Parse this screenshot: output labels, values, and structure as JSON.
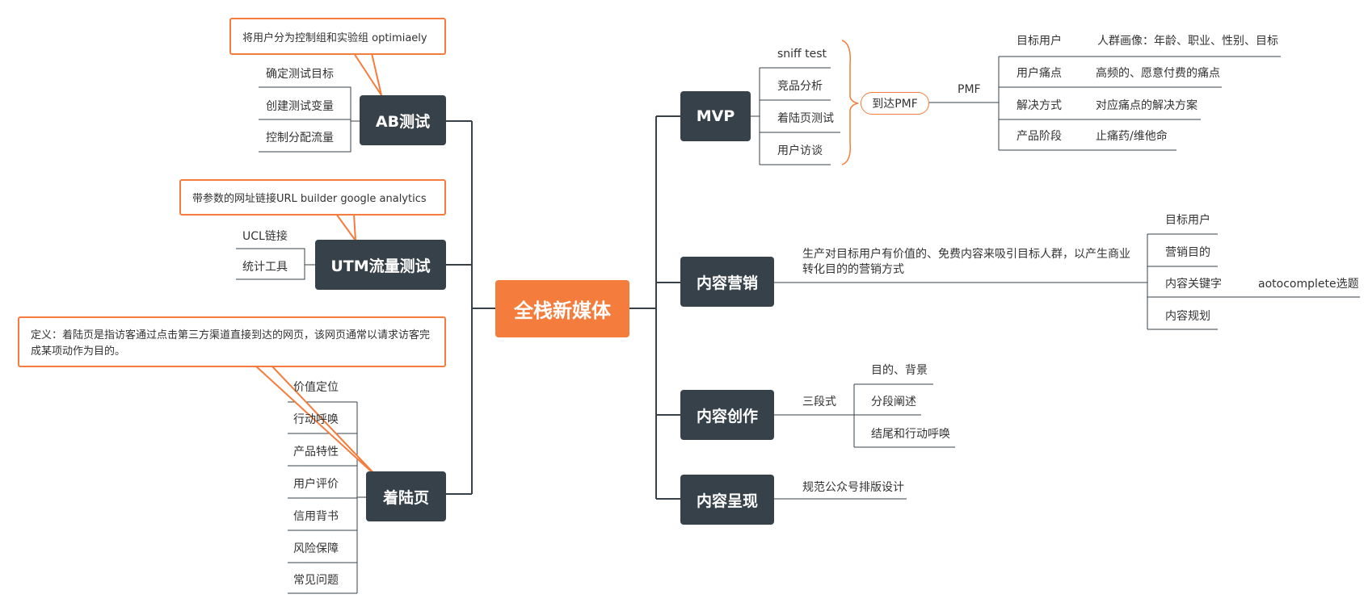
{
  "root": "全栈新媒体",
  "ab": {
    "title": "AB测试",
    "note": "将用户分为控制组和实验组 optimiaely",
    "items": [
      "确定测试目标",
      "创建测试变量",
      "控制分配流量"
    ]
  },
  "utm": {
    "title": "UTM流量测试",
    "note": "带参数的网址链接URL builder  google analytics",
    "items": [
      "UCL链接",
      "统计工具"
    ]
  },
  "landing": {
    "title": "着陆页",
    "note": "定义：着陆页是指访客通过点击第三方渠道直接到达的网页，该网页通常以请求访客完成某项动作为目的。",
    "items": [
      "价值定位",
      "行动呼唤",
      "产品特性",
      "用户评价",
      "信用背书",
      "风险保障",
      "常见问题"
    ]
  },
  "mvp": {
    "title": "MVP",
    "items": [
      "sniff test",
      "竞品分析",
      "着陆页测试",
      "用户访谈"
    ],
    "goal": "到达PMF",
    "pmf": "PMF",
    "pmf_items": [
      {
        "label": "目标用户",
        "detail": "人群画像：年龄、职业、性别、目标"
      },
      {
        "label": "用户痛点",
        "detail": "高频的、愿意付费的痛点"
      },
      {
        "label": "解决方式",
        "detail": "对应痛点的解决方案"
      },
      {
        "label": "产品阶段",
        "detail": "止痛药/维他命"
      }
    ]
  },
  "content_marketing": {
    "title": "内容营销",
    "definition_line1": "生产对目标用户有价值的、免费内容来吸引目标人群，以产生商业",
    "definition_line2": "转化目的的营销方式",
    "items": [
      "目标用户",
      "营销目的",
      "内容关键字",
      "内容规划"
    ],
    "keyword_detail": "aotocomplete选题"
  },
  "content_creation": {
    "title": "内容创作",
    "structure": "三段式",
    "items": [
      "目的、背景",
      "分段阐述",
      "结尾和行动呼唤"
    ]
  },
  "content_presentation": {
    "title": "内容呈现",
    "item": "规范公众号排版设计"
  },
  "colors": {
    "root": "#f47c3c",
    "main": "#37414a",
    "line": "#37414a",
    "accent": "#f47c3c"
  }
}
